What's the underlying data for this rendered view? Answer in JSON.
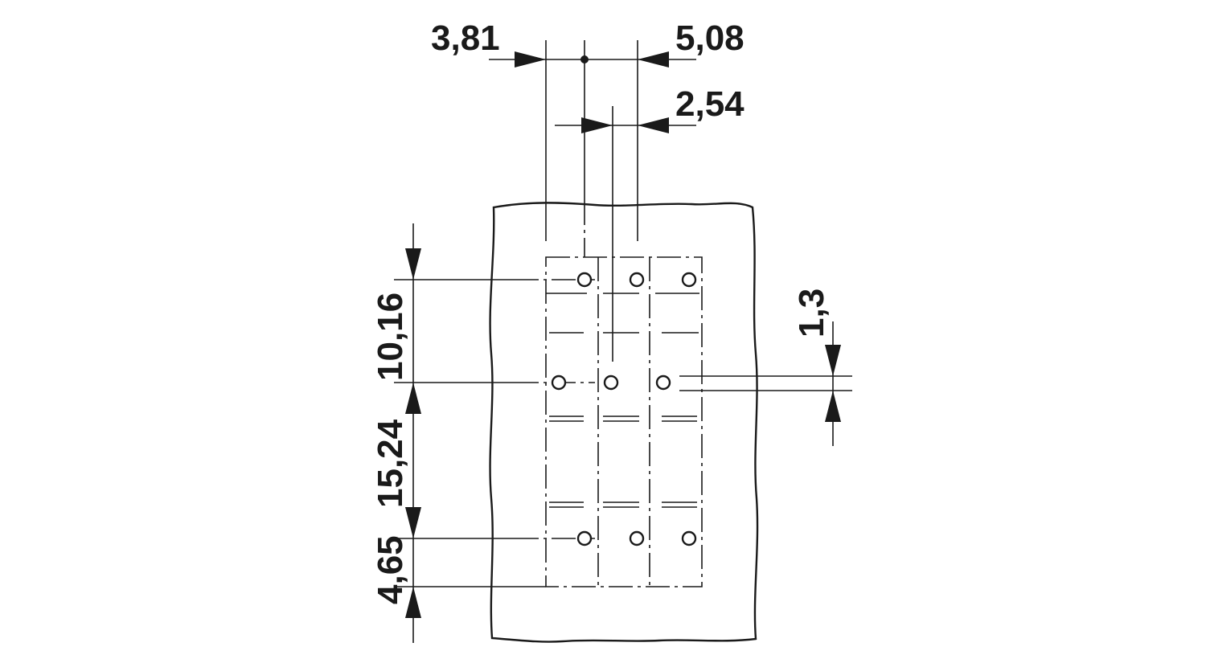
{
  "dimensions": {
    "pitch_left": "3,81",
    "pitch_right": "5,08",
    "pitch_half": "2,54",
    "row_spacing_top": "10,16",
    "row_spacing_middle": "15,24",
    "edge_offset_bottom": "4,65",
    "hole_diameter": "1,3"
  },
  "colors": {
    "line": "#1a1a1a",
    "background": "#ffffff"
  }
}
